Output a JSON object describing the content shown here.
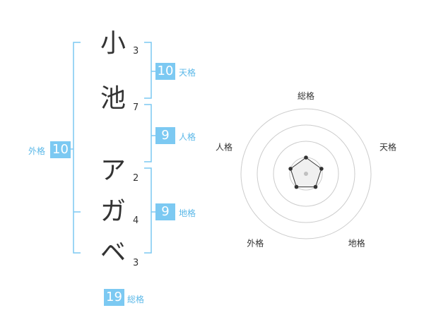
{
  "name": {
    "characters": [
      {
        "char": "小",
        "strokes": "3"
      },
      {
        "char": "池",
        "strokes": "7"
      },
      {
        "char": "ア",
        "strokes": "2"
      },
      {
        "char": "ガ",
        "strokes": "4"
      },
      {
        "char": "ベ",
        "strokes": "3"
      }
    ]
  },
  "fortune": {
    "tenkaku": {
      "value": "10",
      "label": "天格"
    },
    "jinkaku": {
      "value": "9",
      "label": "人格"
    },
    "chikaku": {
      "value": "9",
      "label": "地格"
    },
    "gaikaku": {
      "value": "10",
      "label": "外格"
    },
    "soukaku": {
      "value": "19",
      "label": "総格"
    }
  },
  "radar": {
    "labels": {
      "soukaku": "総格",
      "tenkaku": "天格",
      "chikaku": "地格",
      "gaikaku": "外格",
      "jinkaku": "人格"
    },
    "rings": 4,
    "max": 4,
    "values": {
      "soukaku": 1,
      "tenkaku": 1,
      "chikaku": 1,
      "gaikaku": 1,
      "jinkaku": 1
    }
  },
  "colors": {
    "accent": "#7cc9f2",
    "accent_text": "#5bb8e8",
    "ring": "#cccccc"
  }
}
